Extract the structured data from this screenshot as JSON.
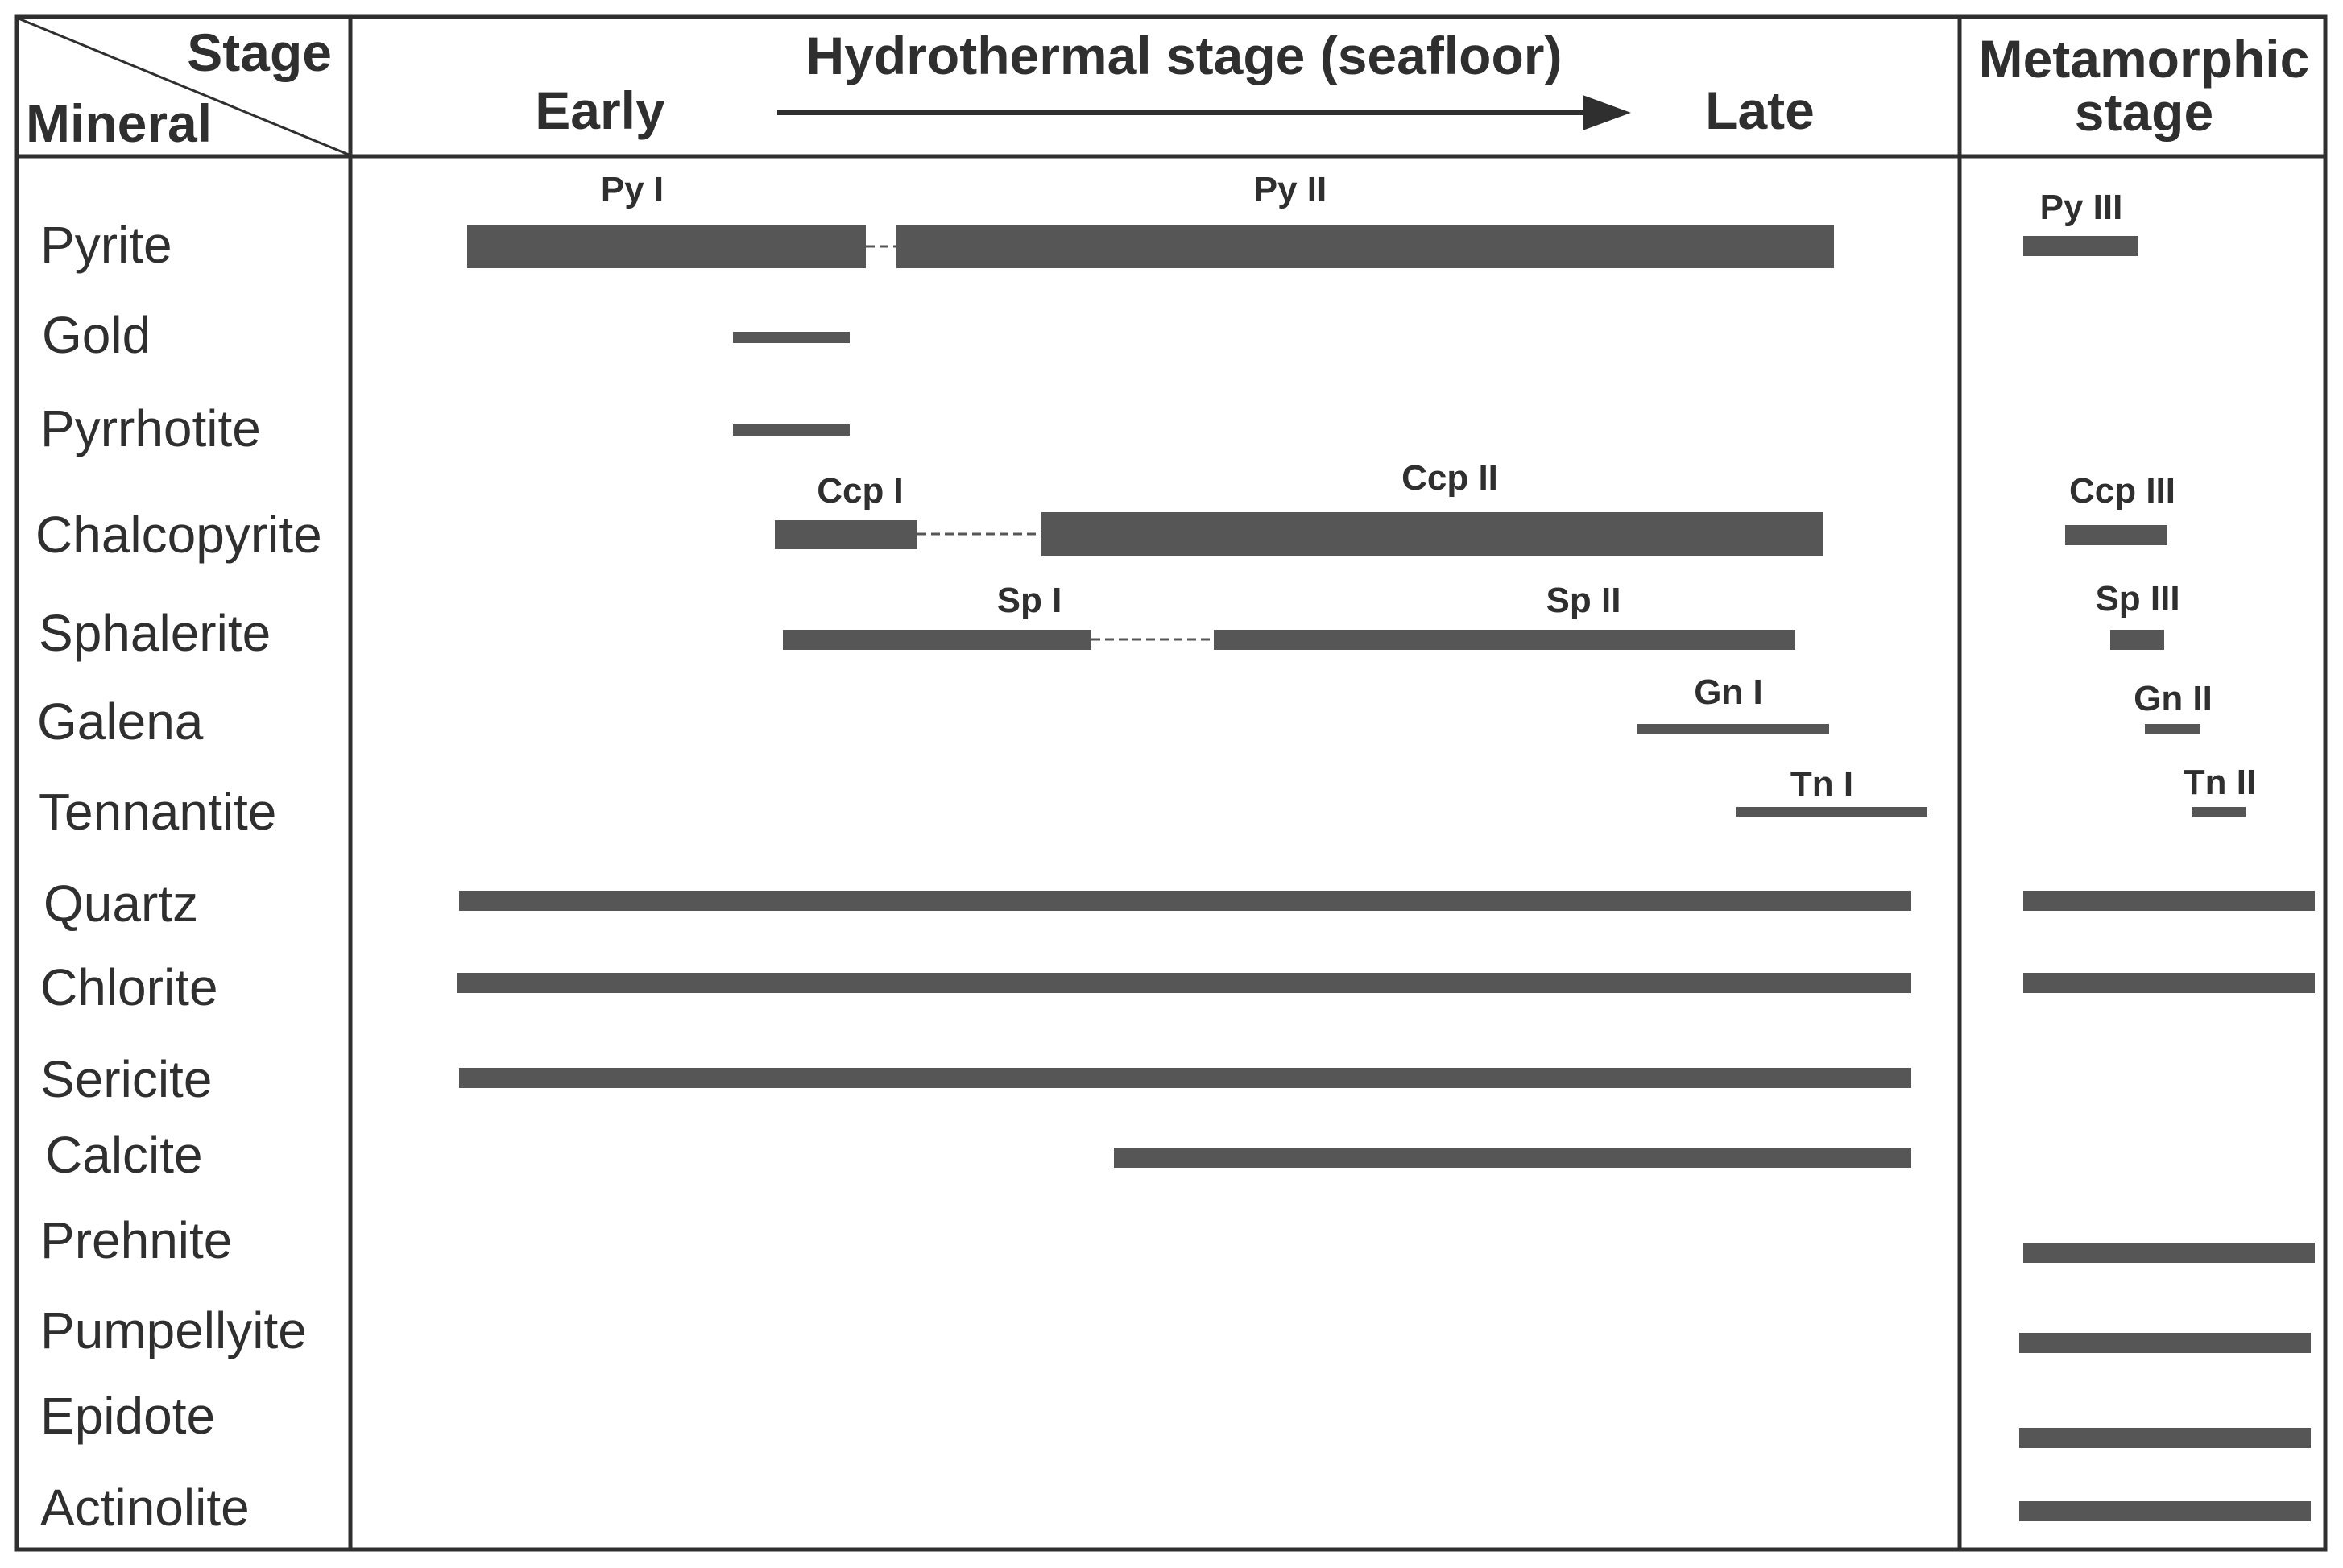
{
  "header": {
    "stage_label": "Stage",
    "mineral_label": "Mineral",
    "hydrothermal_title": "Hydrothermal stage (seafloor)",
    "early_label": "Early",
    "late_label": "Late",
    "metamorphic_line1": "Metamorphic",
    "metamorphic_line2": "stage"
  },
  "colors": {
    "bar": "#565656",
    "frame": "#2f2f2f",
    "text": "#2f2f2f"
  },
  "chart_data": {
    "type": "table",
    "minerals": [
      {
        "name": "Pyrite",
        "hydrothermal": [
          {
            "label": "Py I"
          },
          {
            "label": "Py II"
          }
        ],
        "metamorphic": [
          {
            "label": "Py III"
          }
        ]
      },
      {
        "name": "Gold",
        "hydrothermal": [
          {
            "label": ""
          }
        ],
        "metamorphic": []
      },
      {
        "name": "Pyrrhotite",
        "hydrothermal": [
          {
            "label": ""
          }
        ],
        "metamorphic": []
      },
      {
        "name": "Chalcopyrite",
        "hydrothermal": [
          {
            "label": "Ccp I"
          },
          {
            "label": "Ccp II"
          }
        ],
        "metamorphic": [
          {
            "label": "Ccp III"
          }
        ]
      },
      {
        "name": "Sphalerite",
        "hydrothermal": [
          {
            "label": "Sp I"
          },
          {
            "label": "Sp II"
          }
        ],
        "metamorphic": [
          {
            "label": "Sp III"
          }
        ]
      },
      {
        "name": "Galena",
        "hydrothermal": [
          {
            "label": "Gn I"
          }
        ],
        "metamorphic": [
          {
            "label": "Gn II"
          }
        ]
      },
      {
        "name": "Tennantite",
        "hydrothermal": [
          {
            "label": "Tn I"
          }
        ],
        "metamorphic": [
          {
            "label": "Tn II"
          }
        ]
      },
      {
        "name": "Quartz",
        "hydrothermal": [
          {
            "label": ""
          }
        ],
        "metamorphic": [
          {
            "label": ""
          }
        ]
      },
      {
        "name": "Chlorite",
        "hydrothermal": [
          {
            "label": ""
          }
        ],
        "metamorphic": [
          {
            "label": ""
          }
        ]
      },
      {
        "name": "Sericite",
        "hydrothermal": [
          {
            "label": ""
          }
        ],
        "metamorphic": []
      },
      {
        "name": "Calcite",
        "hydrothermal": [
          {
            "label": ""
          }
        ],
        "metamorphic": []
      },
      {
        "name": "Prehnite",
        "hydrothermal": [],
        "metamorphic": [
          {
            "label": ""
          }
        ]
      },
      {
        "name": "Pumpellyite",
        "hydrothermal": [],
        "metamorphic": [
          {
            "label": ""
          }
        ]
      },
      {
        "name": "Epidote",
        "hydrothermal": [],
        "metamorphic": [
          {
            "label": ""
          }
        ]
      },
      {
        "name": "Actinolite",
        "hydrothermal": [],
        "metamorphic": [
          {
            "label": ""
          }
        ]
      }
    ]
  }
}
